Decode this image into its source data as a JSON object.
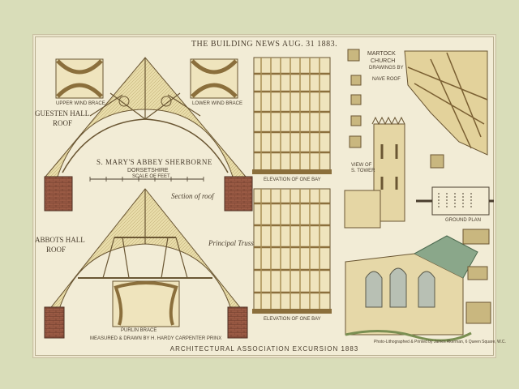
{
  "header": "THE BUILDING NEWS AUG. 31 1883.",
  "footer": "ARCHITECTURAL ASSOCIATION EXCURSION 1883",
  "labels": {
    "guesten_hall_roof": [
      "GUESTEN HALL",
      "ROOF"
    ],
    "abbots_hall_roof": [
      "ABBOTS HALL",
      "ROOF"
    ],
    "upper_wind_brace": "UPPER WIND BRACE",
    "lower_wind_brace": "LOWER WIND BRACE",
    "abbey_title": "S. MARY'S ABBEY SHERBORNE",
    "abbey_county": "DORSETSHIRE",
    "scale": "SCALE OF FEET",
    "section_of_roof": "Section of roof",
    "principal_truss": "Principal Truss",
    "purlin_brace": "PURLIN BRACE",
    "measured_by": "MEASURED & DRAWN BY H. HARDY CARPENTER PRINX",
    "elevation_top": "ELEVATION OF ONE BAY",
    "elevation_bottom": "ELEVATION OF ONE BAY",
    "martock": [
      "MARTOCK",
      "CHURCH"
    ],
    "martock_sub": "DRAWINGS BY",
    "nave_roof": "NAVE ROOF",
    "view_of_tower": [
      "VIEW OF",
      "S. TOWER"
    ],
    "ground_plan": "GROUND PLAN",
    "lithographer": "Photo-Lithographed & Printed by James Akerman, 6 Queen Square, W.C."
  }
}
